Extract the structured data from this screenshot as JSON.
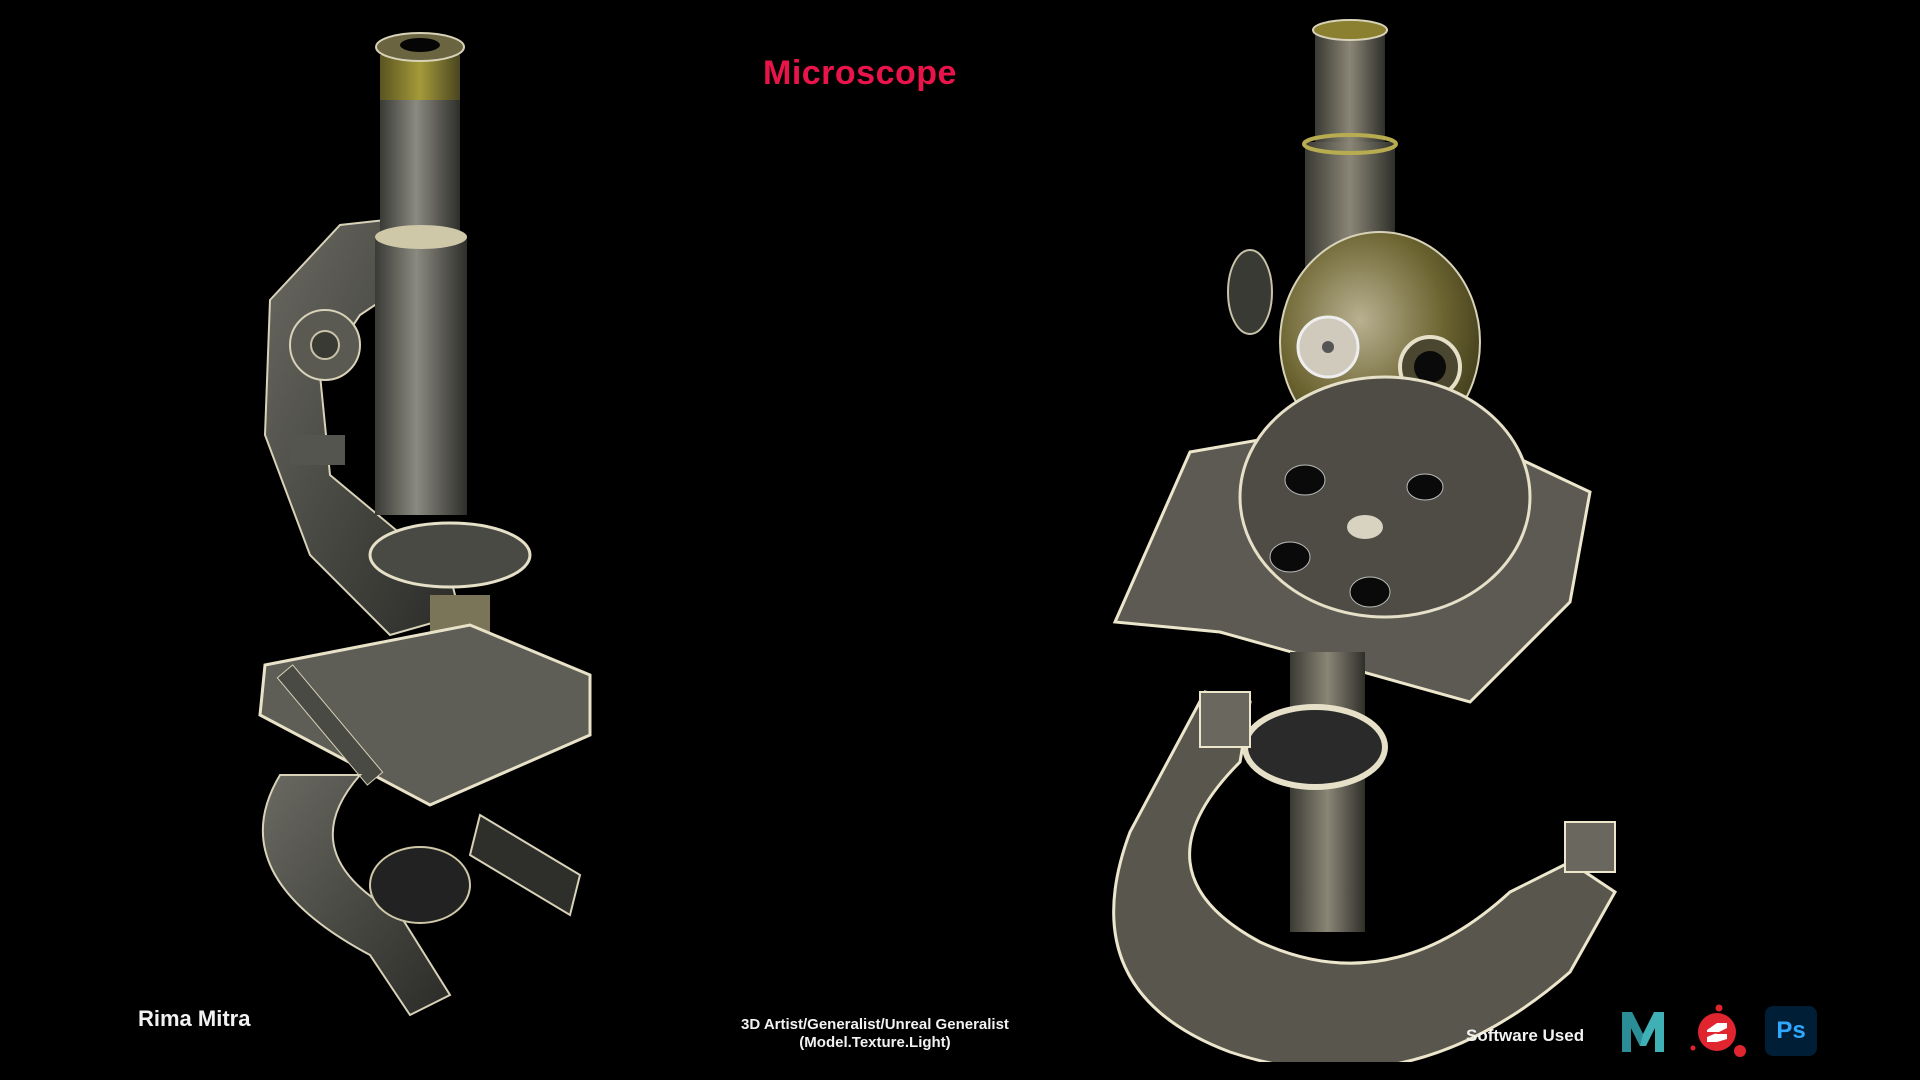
{
  "header": {
    "title": "Microscope"
  },
  "footer": {
    "author": "Rima Mitra",
    "role_line1": "3D Artist/Generalist/Unreal Generalist",
    "role_line2": "(Model.Texture.Light)",
    "software_label": "Software Used",
    "software": [
      {
        "name": "Autodesk Maya",
        "icon": "maya-logo-icon",
        "color": "#3aa8b0"
      },
      {
        "name": "Substance Painter",
        "icon": "substance-painter-logo-icon",
        "color": "#e0252f"
      },
      {
        "name": "Adobe Photoshop",
        "icon": "photoshop-logo-icon",
        "label": "Ps",
        "color": "#31a8ff",
        "bg": "#001e36"
      }
    ]
  },
  "renders": [
    {
      "name": "microscope-front-three-quarter-view"
    },
    {
      "name": "microscope-bottom-view"
    }
  ],
  "colors": {
    "title": "#e8144a",
    "background": "#000000",
    "text": "#f2f2f2"
  }
}
